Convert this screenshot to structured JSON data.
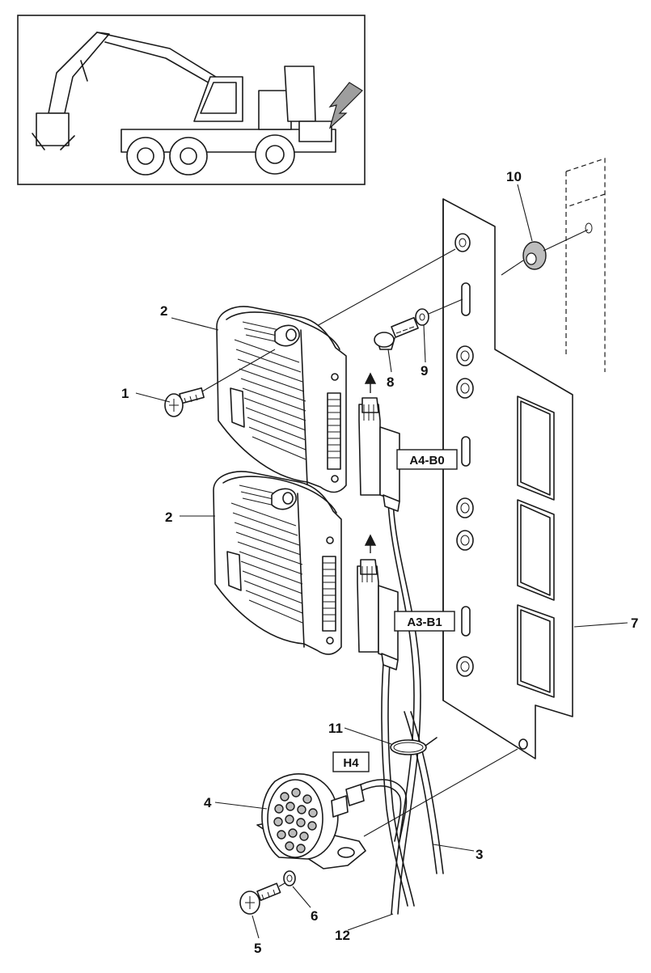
{
  "callouts": {
    "c1": "1",
    "c2a": "2",
    "c2b": "2",
    "c3": "3",
    "c4": "4",
    "c5": "5",
    "c6": "6",
    "c7": "7",
    "c8": "8",
    "c9": "9",
    "c10": "10",
    "c11": "11",
    "c12": "12"
  },
  "connector_tags": {
    "a4b0": "A4-B0",
    "a3b1": "A3-B1",
    "h4": "H4"
  },
  "inset": {
    "subject": "forestry-harvester-machine",
    "pointer": "location-arrow"
  }
}
